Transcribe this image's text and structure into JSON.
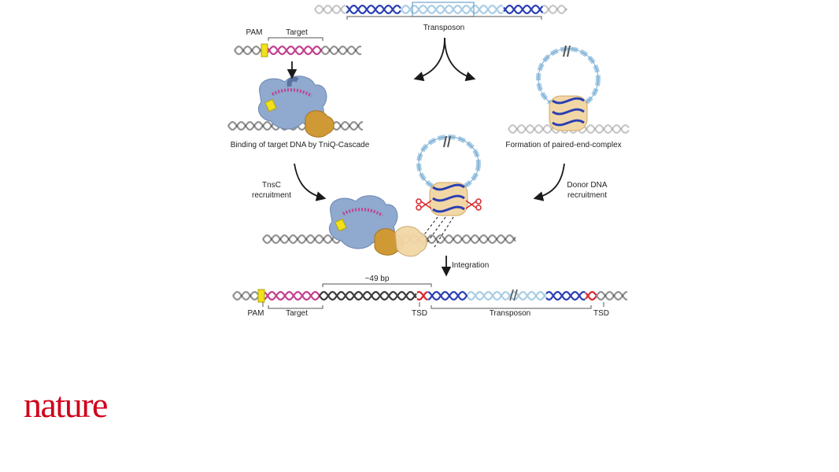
{
  "labels": {
    "pam_top": "PAM",
    "target_top": "Target",
    "transposon_top": "Transposon",
    "binding_caption": "Binding of target DNA by TniQ-Cascade",
    "formation_caption": "Formation of paired-end-complex",
    "tnsc_line1": "TnsC",
    "tnsc_line2": "recruitment",
    "donor_line1": "Donor DNA",
    "donor_line2": "recruitment",
    "integration": "Integration",
    "spacing": "~49 bp",
    "pam_bottom": "PAM",
    "target_bottom": "Target",
    "tsd_left": "TSD",
    "transposon_bottom": "Transposon",
    "tsd_right": "TSD"
  },
  "brand": {
    "logo_text": "nature"
  },
  "colors": {
    "dna": "#3b3b3b",
    "transposon_dark": "#2a3fb3",
    "transposon_light": "#a9cde6",
    "target": "#c2408f",
    "pam": "#f0e01e",
    "cascade": "#8fa9cf",
    "tnsc": "#cf9a35",
    "tnsab": "#f2d7a6",
    "tsd": "#d9262b",
    "scissors": "#d9262b",
    "brand": "#d0021b"
  }
}
